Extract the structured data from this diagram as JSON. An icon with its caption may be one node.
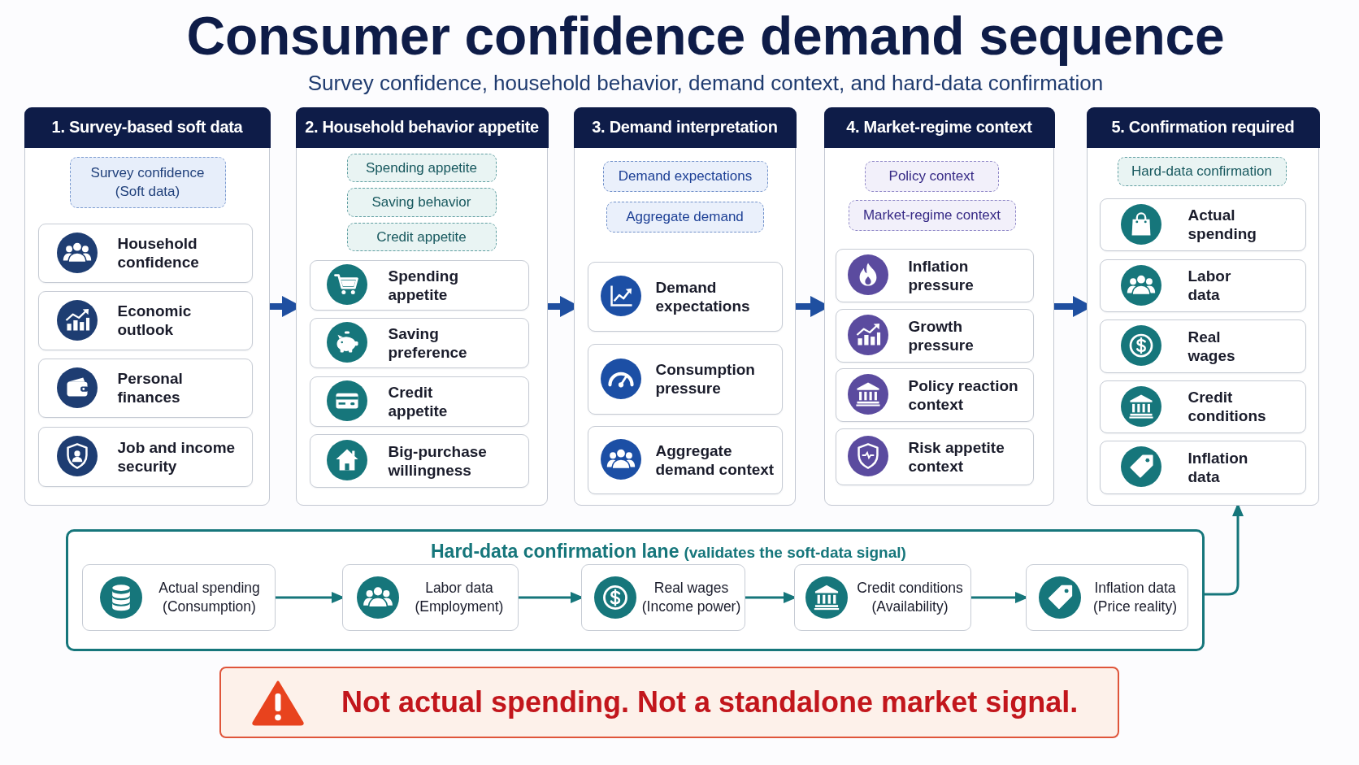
{
  "diagram": {
    "title": "Consumer confidence demand sequence",
    "nodes": [
      {
        "text": [
          "1. Survey-based soft data"
        ]
      },
      {
        "text": [
          "Survey confidence (Soft data)"
        ],
        "in": 0
      },
      {
        "text": [
          "Household confidence"
        ],
        "in": 0
      },
      {
        "text": [
          "Economic outlook"
        ],
        "in": 0
      },
      {
        "text": [
          "Personal finances"
        ],
        "in": 0
      },
      {
        "text": [
          "Job and income security"
        ],
        "in": 0
      },
      {
        "text": [
          "2. Household behavior appetite"
        ]
      },
      {
        "text": [
          "Spending appetite"
        ],
        "in": 6
      },
      {
        "text": [
          "Saving behavior"
        ],
        "in": 6
      },
      {
        "text": [
          "Credit appetite"
        ],
        "in": 6
      },
      {
        "text": [
          "Spending appetite"
        ],
        "in": 6
      },
      {
        "text": [
          "Saving preference"
        ],
        "in": 6
      },
      {
        "text": [
          "Credit appetite"
        ],
        "in": 6
      },
      {
        "text": [
          "Big-purchase willingness"
        ],
        "in": 6
      },
      {
        "text": [
          "3. Demand interpretation"
        ]
      },
      {
        "text": [
          "Demand expectations"
        ],
        "in": 14
      },
      {
        "text": [
          "Aggregate demand"
        ],
        "in": 14
      },
      {
        "text": [
          "Demand expectations"
        ],
        "in": 14
      },
      {
        "text": [
          "Consumption pressure"
        ],
        "in": 14
      },
      {
        "text": [
          "Aggregate demand context"
        ],
        "in": 14
      },
      {
        "text": [
          "4. Market-regime context"
        ]
      },
      {
        "text": [
          "Policy context"
        ],
        "in": 20
      },
      {
        "text": [
          "Market-regime context"
        ],
        "in": 20
      },
      {
        "text": [
          "Inflation pressure"
        ],
        "in": 20
      },
      {
        "text": [
          "Growth pressure"
        ],
        "in": 20
      },
      {
        "text": [
          "Policy reaction context"
        ],
        "in": 20
      },
      {
        "text": [
          "Risk appetite context"
        ],
        "in": 20
      },
      {
        "text": [
          "5. Confirmation required"
        ]
      },
      {
        "text": [
          "Hard-data confirmation"
        ],
        "in": 27
      },
      {
        "text": [
          "Actual spending"
        ],
        "in": 27
      },
      {
        "text": [
          "Labor data"
        ],
        "in": 27
      },
      {
        "text": [
          "Real wages"
        ],
        "in": 27
      },
      {
        "text": [
          "Credit conditions"
        ],
        "in": 27
      },
      {
        "text": [
          "Inflation data"
        ],
        "in": 27
      },
      {
        "text": [
          "Hard-data confirmation lane",
          "(validates the soft-data signal)"
        ]
      },
      {
        "text": [
          "Actual spending (Consumption)"
        ],
        "in": 34
      },
      {
        "text": [
          "Labor data (Employment)"
        ],
        "in": 34
      },
      {
        "text": [
          "Real wages (Income power)"
        ],
        "in": 34
      },
      {
        "text": [
          "Credit conditions (Availability)"
        ],
        "in": 34
      },
      {
        "text": [
          "Inflation data (Price reality)"
        ],
        "in": 34
      },
      {
        "text": [
          "Not actual spending. Not a standalone market signal."
        ]
      }
    ],
    "edges": [
      {
        "from": 0,
        "to": 6,
        "arrow": "to",
        "style": "thick",
        "color": "#1f4fa0"
      },
      {
        "from": 6,
        "to": 14,
        "arrow": "to",
        "style": "thick",
        "color": "#1f4fa0"
      },
      {
        "from": 14,
        "to": 20,
        "arrow": "to",
        "style": "thick",
        "color": "#1f4fa0"
      },
      {
        "from": 20,
        "to": 27,
        "arrow": "to",
        "style": "thick",
        "color": "#1f4fa0"
      },
      {
        "from": 35,
        "to": 36,
        "arrow": "to"
      },
      {
        "from": 36,
        "to": 37,
        "arrow": "to"
      },
      {
        "from": 37,
        "to": 38,
        "arrow": "to"
      },
      {
        "from": 38,
        "to": 39,
        "arrow": "to"
      },
      {
        "from": 34,
        "to": 27,
        "arrow": "to"
      }
    ],
    "labels": [
      "Survey confidence, household behavior, demand context, and hard-data confirmation"
    ]
  }
}
